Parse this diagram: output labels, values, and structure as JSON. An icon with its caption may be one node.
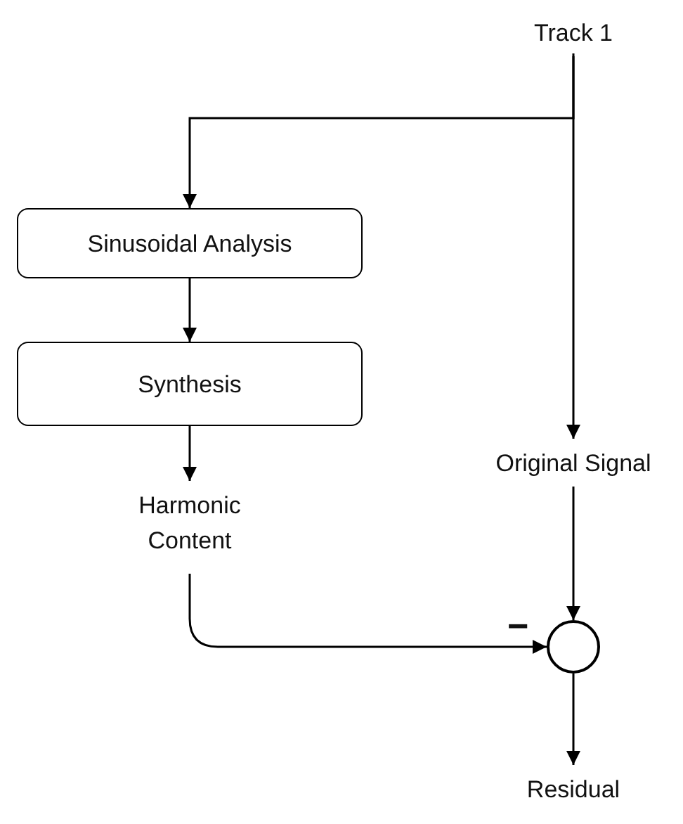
{
  "diagram": {
    "nodes": [
      {
        "text": [
          "Track 1"
        ]
      },
      {
        "text": [
          "Sinusoidal Analysis"
        ]
      },
      {
        "text": [
          "Synthesis"
        ]
      },
      {
        "text": [
          "Harmonic Content"
        ]
      },
      {
        "text": [
          "Original Signal"
        ]
      },
      {
        "text": [],
        "shape": "circle"
      },
      {
        "text": [
          "Residual"
        ]
      }
    ],
    "edges": [
      {
        "from": 0,
        "to": 1,
        "arrow": "to"
      },
      {
        "from": 0,
        "to": 4,
        "arrow": "to"
      },
      {
        "from": 1,
        "to": 2,
        "arrow": "to"
      },
      {
        "from": 2,
        "to": 3,
        "arrow": "to"
      },
      {
        "from": 3,
        "to": 5,
        "arrow": "to"
      },
      {
        "from": 4,
        "to": 5,
        "arrow": "to"
      },
      {
        "from": 5,
        "to": 6,
        "arrow": "to"
      }
    ],
    "labels": [
      "−"
    ]
  }
}
